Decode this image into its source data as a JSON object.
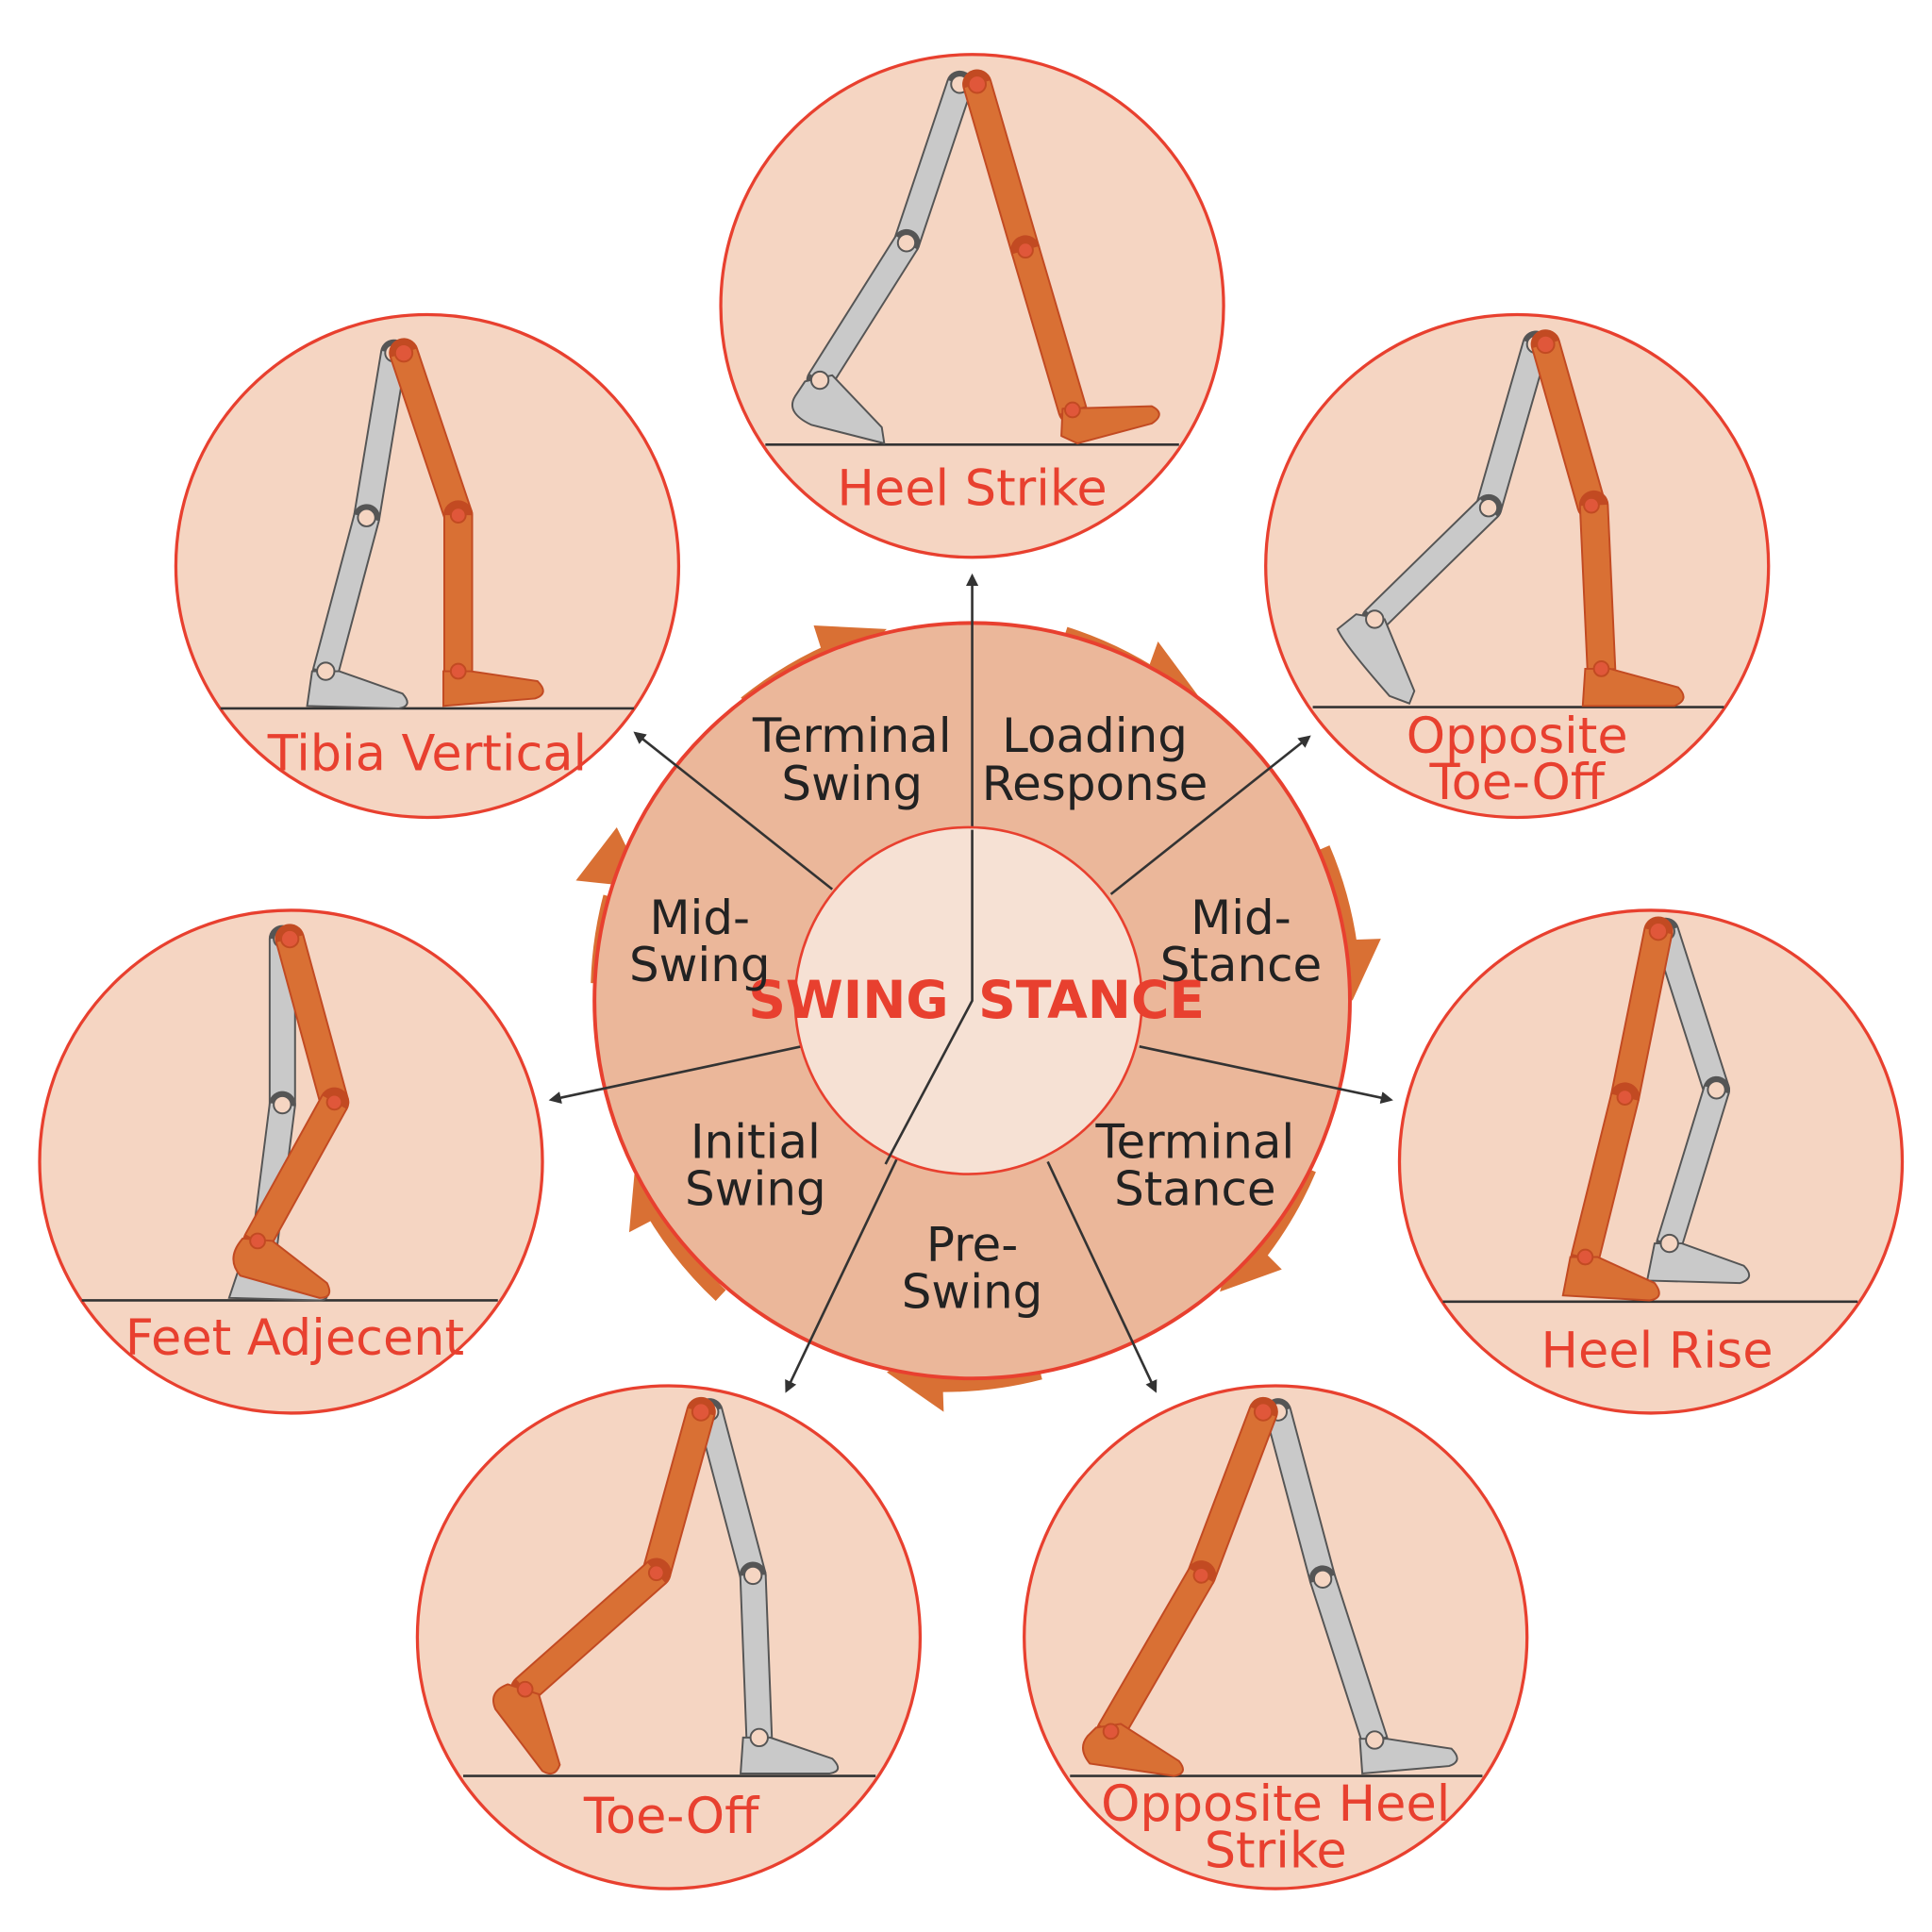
{
  "center": {
    "swing": "SWING",
    "stance": "STANCE"
  },
  "phases": [
    {
      "id": "loading-response",
      "lines": [
        "Loading",
        "Response"
      ]
    },
    {
      "id": "mid-stance",
      "lines": [
        "Mid-",
        "Stance"
      ]
    },
    {
      "id": "terminal-stance",
      "lines": [
        "Terminal",
        "Stance"
      ]
    },
    {
      "id": "pre-swing",
      "lines": [
        "Pre-",
        "Swing"
      ]
    },
    {
      "id": "initial-swing",
      "lines": [
        "Initial",
        "Swing"
      ]
    },
    {
      "id": "mid-swing",
      "lines": [
        "Mid-",
        "Swing"
      ]
    },
    {
      "id": "terminal-swing",
      "lines": [
        "Terminal",
        "Swing"
      ]
    }
  ],
  "events": [
    {
      "id": "heel-strike",
      "lines": [
        "Heel Strike"
      ]
    },
    {
      "id": "opposite-toe-off",
      "lines": [
        "Opposite",
        "Toe-Off"
      ]
    },
    {
      "id": "heel-rise",
      "lines": [
        "Heel Rise"
      ]
    },
    {
      "id": "opposite-heel-strike",
      "lines": [
        "Opposite Heel",
        "Strike"
      ]
    },
    {
      "id": "toe-off",
      "lines": [
        "Toe-Off"
      ]
    },
    {
      "id": "feet-adjecent",
      "lines": [
        "Feet Adjecent"
      ]
    },
    {
      "id": "tibia-vertical",
      "lines": [
        "Tibia Vertical"
      ]
    }
  ],
  "colors": {
    "accent_red": "#e8402f",
    "leg_orange": "#d97034",
    "leg_gray": "#c9c9c9",
    "wheel_fill": "#ebb79a",
    "center_fill": "#f6e1d4",
    "bubble_fill": "#f5d5c2",
    "line": "#333333"
  }
}
